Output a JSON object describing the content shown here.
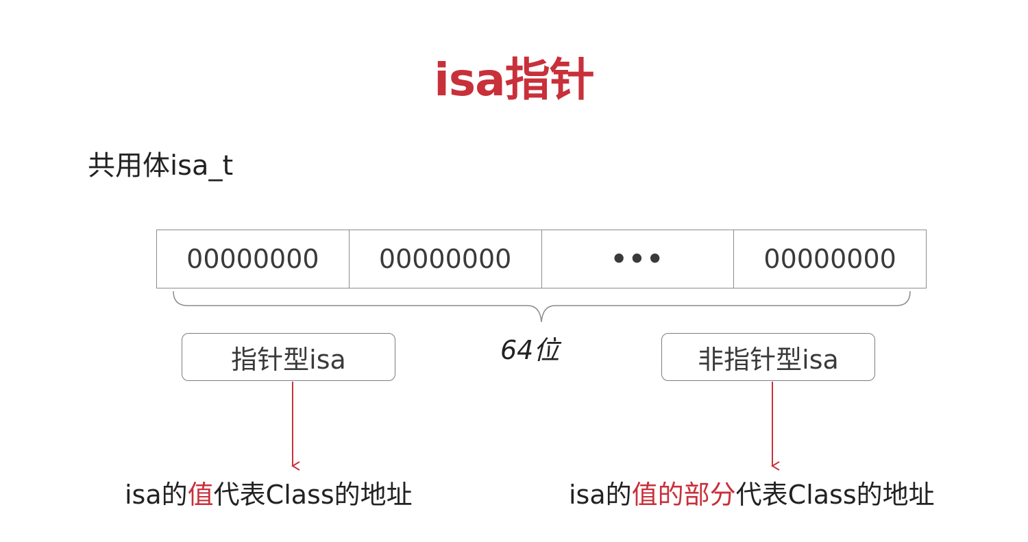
{
  "title": "isa指针",
  "subtitle": "共用体isa_t",
  "bit_cells": [
    "00000000",
    "00000000",
    "•••",
    "00000000"
  ],
  "bits_label": "64位",
  "left_tag": "指针型isa",
  "right_tag": "非指针型isa",
  "left_desc": {
    "prefix": "isa的",
    "highlight": "值",
    "suffix": "代表Class的地址"
  },
  "right_desc": {
    "prefix": "isa的",
    "highlight": "值的部分",
    "suffix": "代表Class的地址"
  },
  "colors": {
    "accent": "#c8303a",
    "border": "#8c8c8c",
    "text": "#333333"
  }
}
